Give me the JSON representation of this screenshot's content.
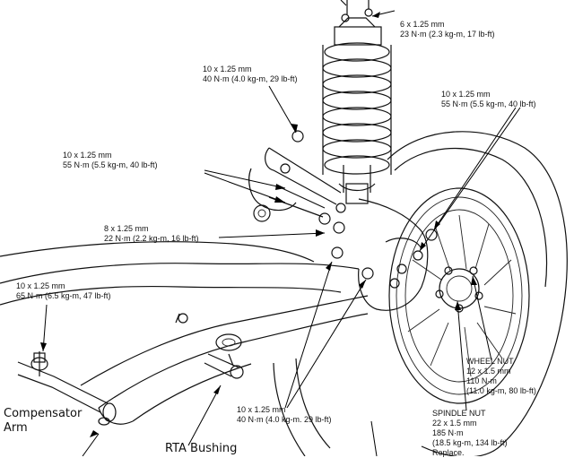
{
  "labels": {
    "top_right": {
      "size": "6 x 1.25 mm",
      "torque": "23 N·m (2.3 kg-m, 17 lb-ft)"
    },
    "upper_arm": {
      "size": "10 x 1.25 mm",
      "torque": "40 N·m (4.0 kg-m, 29 lb-ft)"
    },
    "knuckle_right": {
      "size": "10 x 1.25 mm",
      "torque": "55 N·m (5.5 kg-m, 40 lb-ft)"
    },
    "upper_left": {
      "size": "10 x 1.25 mm",
      "torque": "55 N·m (5.5 kg-m, 40 lb-ft)"
    },
    "small_bolt": {
      "size": "8 x 1.25 mm",
      "torque": "22 N·m (2.2 kg-m, 16 lb-ft)"
    },
    "compensator_bolt": {
      "size": "10 x 1.25 mm",
      "torque": "65 N·m (6.5 kg-m, 47 lb-ft)"
    },
    "lower_mid": {
      "size": "10 x 1.25 mm",
      "torque": "40 N·m (4.0 kg-m. 29 lb-ft)"
    },
    "wheel_nut": {
      "title": "WHEEL NUT",
      "size": "12 x 1.5 mm",
      "torque": "110 N·m",
      "torque_alt": "(11.0 kg-m, 80 lb-ft)"
    },
    "spindle_nut": {
      "title": "SPINDLE NUT",
      "size": "22 x 1.5 mm",
      "torque": "185 N·m",
      "torque_alt": "(18.5 kg-m, 134 lb-ft)",
      "note": "Replace."
    }
  },
  "callouts": {
    "compensator_arm": "Compensator Arm",
    "rta_bushing": "RTA Bushing"
  }
}
